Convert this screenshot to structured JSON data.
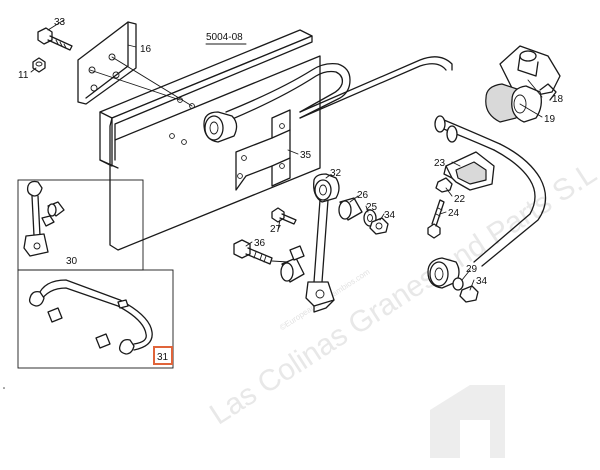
{
  "diagram": {
    "reference_code": "5004-08",
    "callouts": [
      "33",
      "16",
      "11",
      "18",
      "19",
      "35",
      "32",
      "26",
      "25",
      "34",
      "23",
      "22",
      "24",
      "27",
      "36",
      "29",
      "34",
      "30",
      "31"
    ],
    "highlighted_callout": "31",
    "highlight_color": "#e0643a",
    "watermark_main": "Las Colinas Granes and Parts S.L",
    "watermark_small": "©Europeanca recambios.com"
  }
}
